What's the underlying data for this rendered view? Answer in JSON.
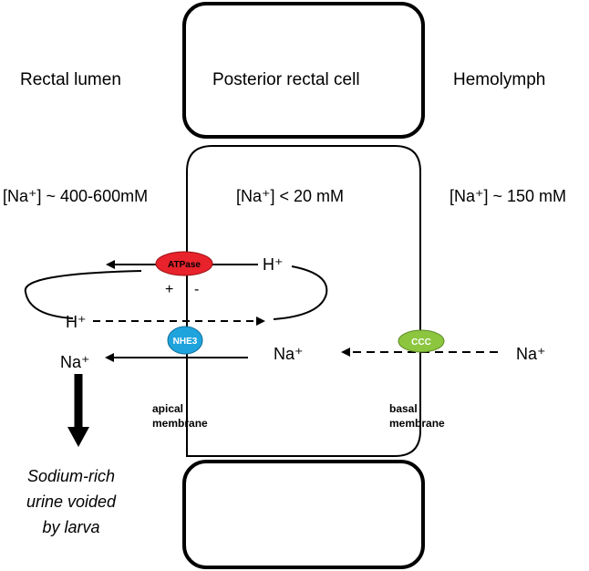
{
  "regions": {
    "rectal_lumen": "Rectal lumen",
    "posterior_rectal_cell": "Posterior rectal cell",
    "hemolymph": "Hemolymph"
  },
  "concentrations": {
    "lumen": "[Na⁺] ~ 400-600mM",
    "cell": "[Na⁺] < 20 mM",
    "hemolymph": "[Na⁺] ~ 150 mM"
  },
  "transporters": {
    "atpase": "ATPase",
    "nhe3": "NHE3",
    "ccc": "CCC"
  },
  "ions": {
    "h_plus_atpase": "H⁺",
    "h_plus_nhe": "H⁺",
    "na_lumen": "Na⁺",
    "na_cell": "Na⁺",
    "na_hemolymph": "Na⁺"
  },
  "polarity": {
    "plus": "+",
    "minus": "-"
  },
  "membranes": {
    "apical_line1": "apical",
    "apical_line2": "membrane",
    "basal_line1": "basal",
    "basal_line2": "membrane"
  },
  "outcome": {
    "line1": "Sodium-rich",
    "line2": "urine voided",
    "line3": "by larva"
  },
  "colors": {
    "atpase": "#e8232b",
    "nhe3": "#1fa3dd",
    "ccc": "#8cc63f"
  }
}
